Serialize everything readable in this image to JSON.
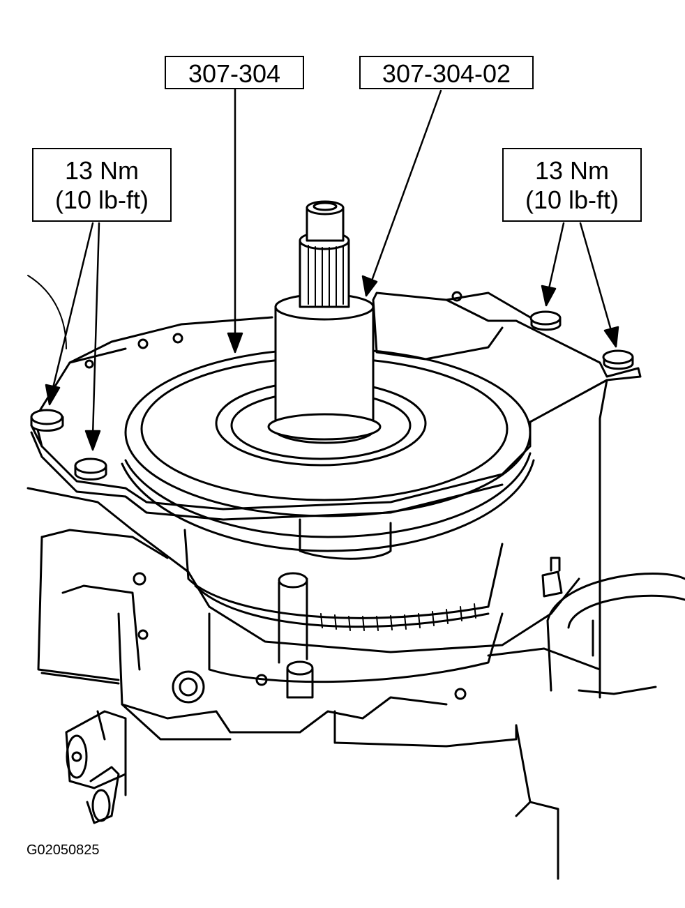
{
  "callouts": {
    "tool_main": "307-304",
    "tool_adapter": "307-304-02",
    "torque_left": {
      "nm": "13 Nm",
      "lbft": "(10 lb-ft)"
    },
    "torque_right": {
      "nm": "13 Nm",
      "lbft": "(10 lb-ft)"
    }
  },
  "figure_id": "G02050825"
}
